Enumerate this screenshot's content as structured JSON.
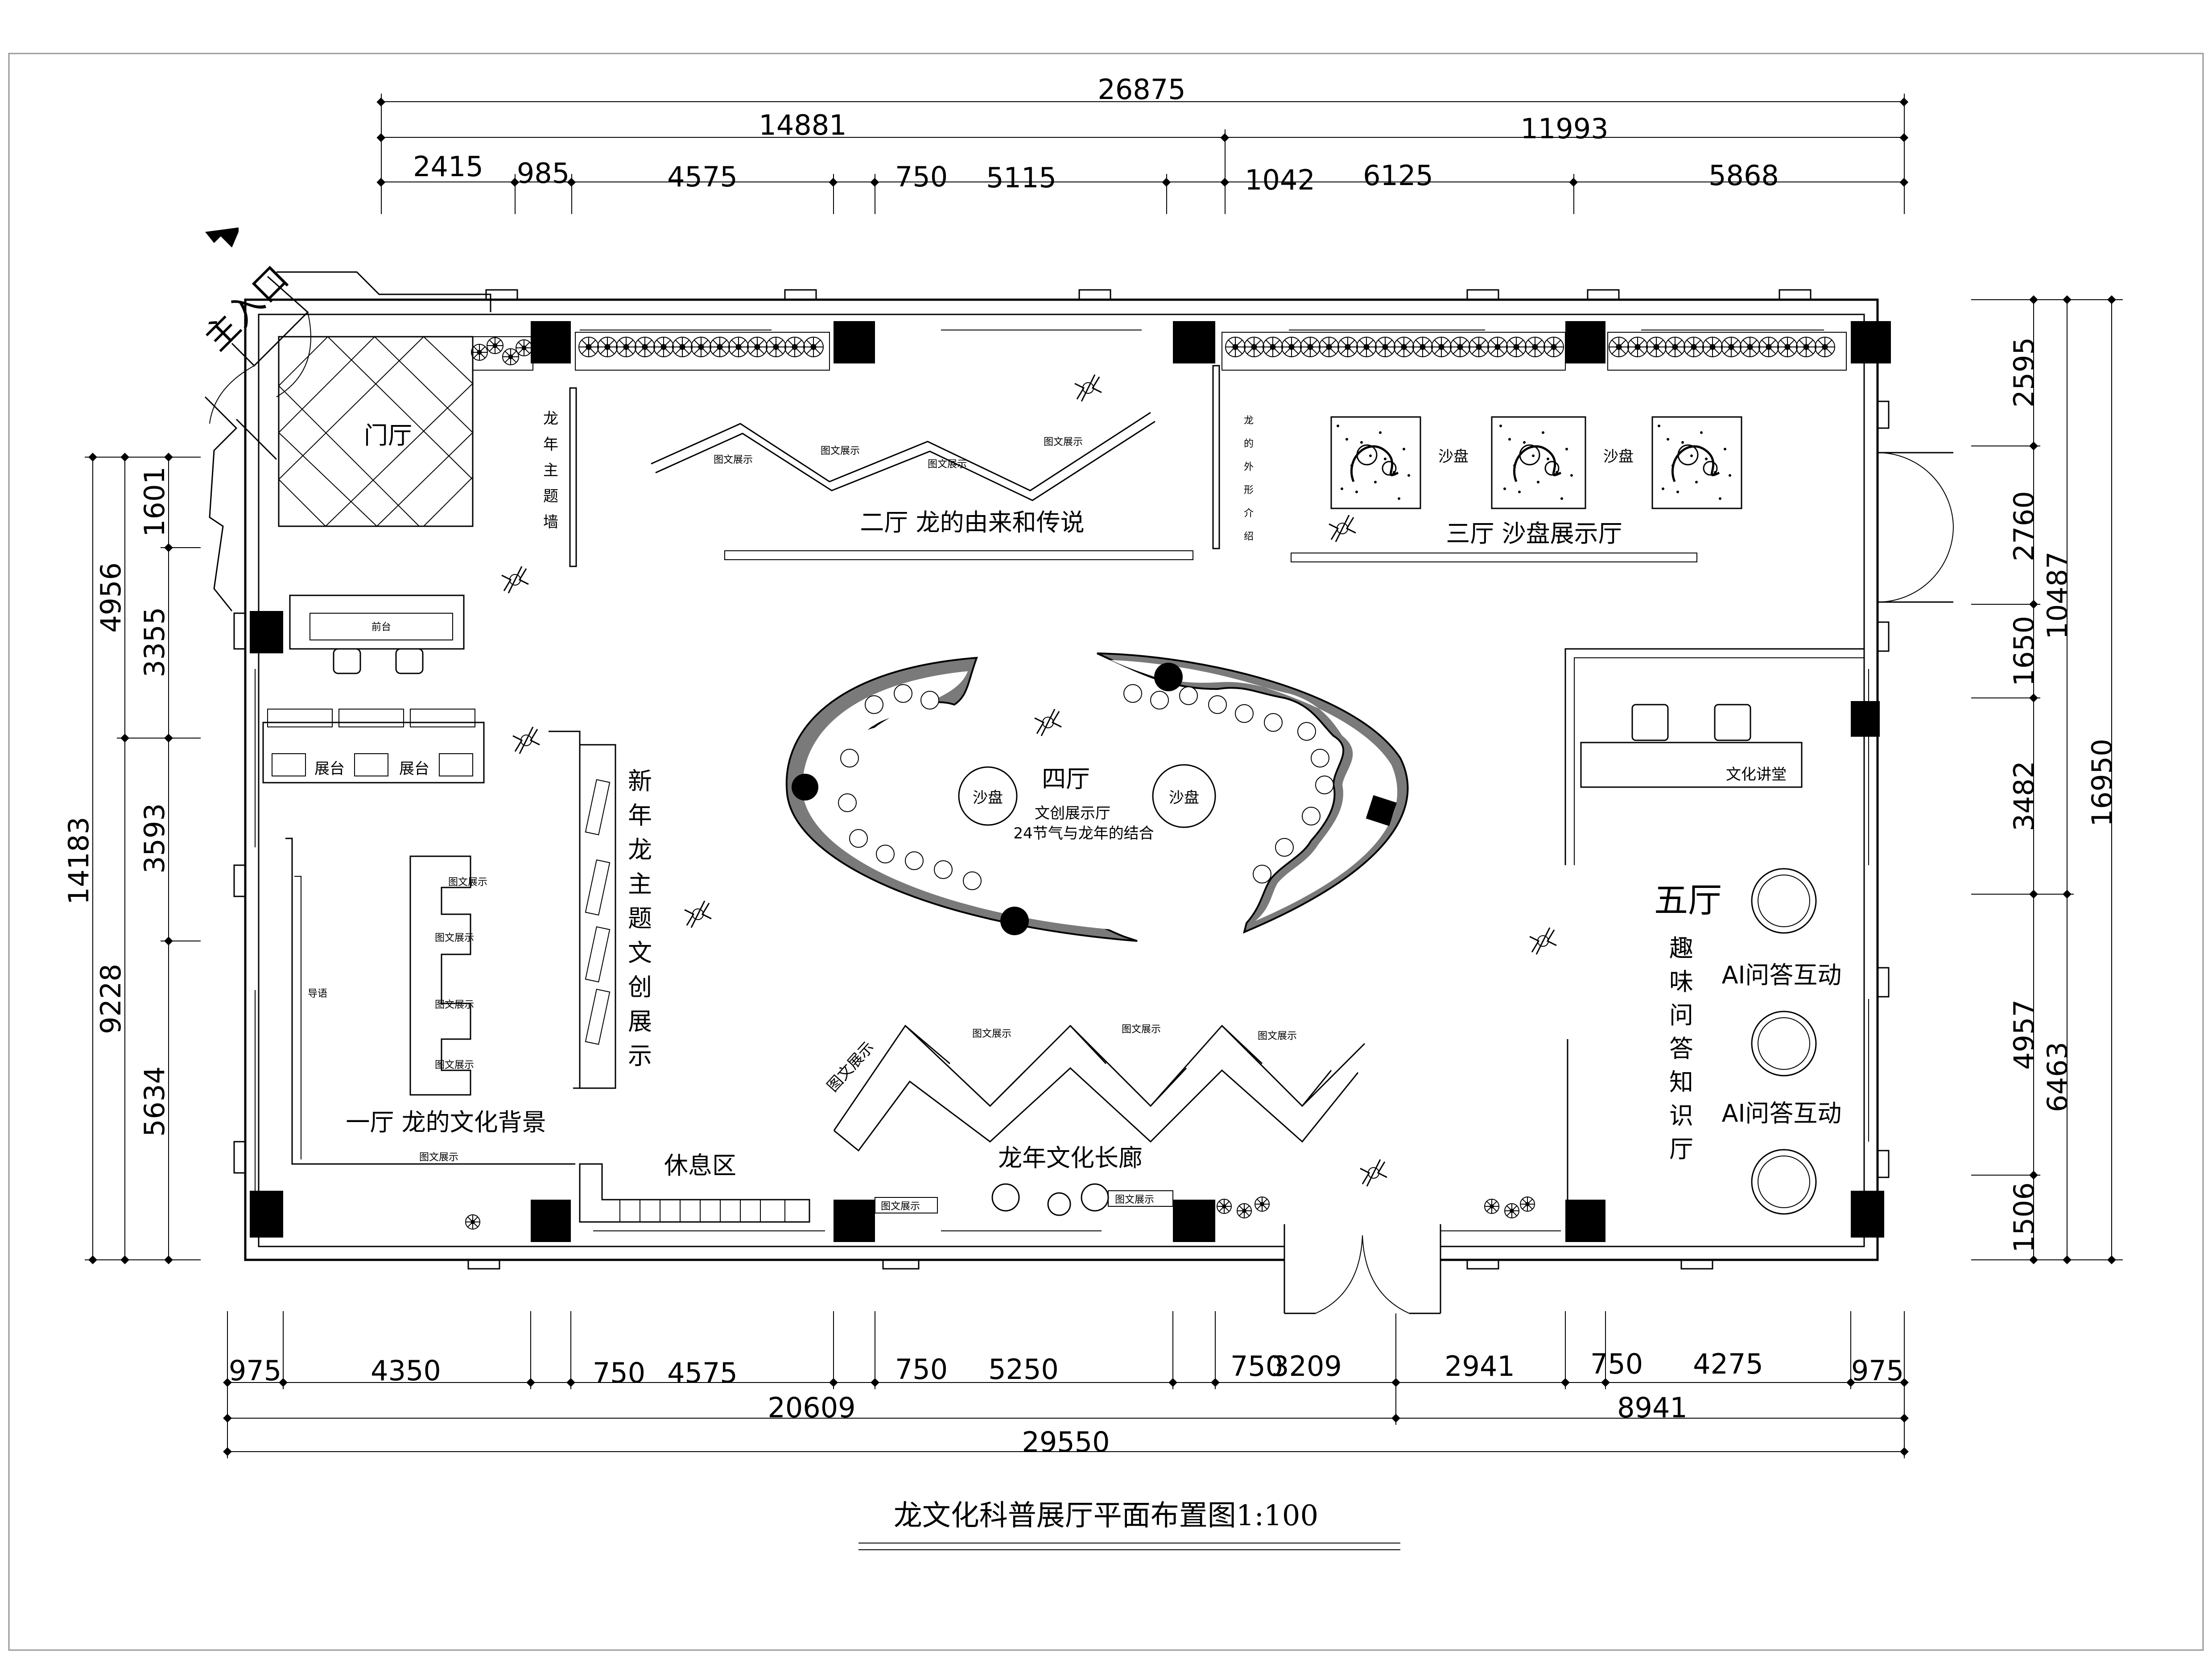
{
  "dimensions": {
    "top": {
      "total": "26875",
      "level2": [
        "14881",
        "11993"
      ],
      "level3": [
        "2415",
        "985",
        "4575",
        "750",
        "5115",
        "1042",
        "6125",
        "5868"
      ]
    },
    "bottom": {
      "level1": [
        "975",
        "4350",
        "750",
        "4575",
        "750",
        "5250",
        "750",
        "3209",
        "2941",
        "750",
        "4275",
        "975"
      ],
      "level2": [
        "20609",
        "8941"
      ],
      "total": "29550"
    },
    "left": {
      "outer": [
        "14183"
      ],
      "mid": [
        "4956",
        "9228"
      ],
      "inner": [
        "1601",
        "3355",
        "3593",
        "5634"
      ]
    },
    "right": {
      "inner": [
        "2595",
        "2760",
        "1650",
        "3482",
        "4957",
        "1506"
      ],
      "mid": [
        "10487",
        "6463"
      ],
      "outer": [
        "16950"
      ]
    }
  },
  "entrance": {
    "label": "主入口"
  },
  "rooms": {
    "foyer": "门厅",
    "hall1": "一厅  龙的文化背景",
    "hall2": "二厅  龙的由来和传说",
    "hall3": "三厅  沙盘展示厅",
    "hall4_name": "四厅",
    "hall4_sub1": "文创展示厅",
    "hall4_sub2": "24节气与龙年的结合",
    "hall5": "五厅",
    "hall5_vertical": "趣味问答知识厅",
    "rest": "休息区",
    "corridor": "龙年文化长廊"
  },
  "features": {
    "dragon_year_wall": "龙年主题墙",
    "dragon_shape_intro": "龙的外形介绍",
    "newyear_creative": "新年龙主题文创展示",
    "sandtable": "沙盘",
    "reception": "前台",
    "display_stand": "展台",
    "guide": "导语",
    "graphic_display": "图文展示",
    "culture_lecture": "文化讲堂",
    "ai_qa": "AI问答互动"
  },
  "drawing_title": "龙文化科普展厅平面布置图1:100"
}
